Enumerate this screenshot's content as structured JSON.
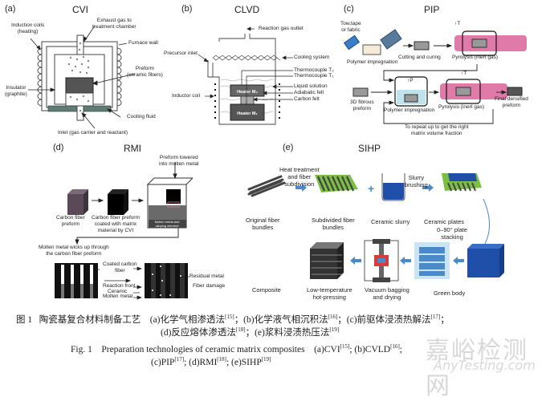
{
  "panels": {
    "a": {
      "label": "(a)",
      "title": "CVI",
      "labels": {
        "induction_coils": "Induction coils\n(heating)",
        "exhaust": "Exhaust gas to\ntreatment chamber",
        "furnace_wall": "Furnace wall",
        "preform": "Preform\n(ceramic fibers)",
        "insulator": "Insulator\n(graphite)",
        "cooling_fluid": "Cooling fluid",
        "inlet": "Inlet (gas carrier and reactant)"
      }
    },
    "b": {
      "label": "(b)",
      "title": "CLVD",
      "labels": {
        "reaction_gas_outlet": "Reaction gas outlet",
        "precursor_inlet": "Precursor inlet",
        "cooling_system": "Cooling system",
        "thermocouple_t2": "Thermocouple T₂",
        "thermocouple_t1": "Thermocouple T₁",
        "liquid_solution": "Liquid solution",
        "adiabatic_felt": "Adiabatic felt",
        "carbon_felt": "Carbon felt",
        "inductor_coil": "Inductor coil",
        "heater_m2": "Heater M₂",
        "heater_m1": "Heater M₁"
      }
    },
    "c": {
      "label": "(c)",
      "title": "PIP",
      "labels": {
        "tow": "Tow,tape\nor fabric",
        "polymer_impregnation_1": "Polymer impregnation",
        "cutting_curing": "Cutting and curing",
        "pyrolysis_1": "Pyrolysis (inert gas)",
        "temp_up_1": "↑T",
        "fibrous_preform": "3D fibrous\npreform",
        "pressure_up": "↑P",
        "polymer_impregnation_2": "Polymer impregnation",
        "temp_up_2": "↑T",
        "pyrolysis_2": "Pyrolysis (inert gas)",
        "final_preform": "Final densified\npreform",
        "repeat": "To repeat up to get the right\nmatrix volume fraction"
      }
    },
    "d": {
      "label": "(d)",
      "title": "RMI",
      "labels": {
        "lowered": "Preform lowered\ninto molten metal",
        "cf_preform": "Carbon fiber\npreform",
        "coated_preform": "Carbon fiber preform\ncoated with matrix\nmaterial by CVI",
        "molten_alloy": "Molten metal and\nalloying element",
        "wicks": "Molten metal wicks up through\nthe carbon fiber preform",
        "coated_fiber": "Coated carbon\nfiber",
        "reaction_front": "Reaction front",
        "ceramic": "Ceramic",
        "molten_metal": "Molten metal",
        "residual_metal": "Residual metal",
        "fiber_damage": "Fiber damage"
      }
    },
    "e": {
      "label": "(e)",
      "title": "SIHP",
      "labels": {
        "heat_treatment": "Heat treatment\nand fiber\nsubdivision",
        "original": "Original fiber\nbundles",
        "subdivided": "Subdivided fiber\nbundles",
        "slurry": "Ceramic slurry",
        "slurry_brushing": "Slurry\nbrushing",
        "plates": "Ceramic plates",
        "stacking": "0–90° plate\nstacking",
        "green_body": "Green body",
        "vacuum": "Vacuum bagging\nand drying",
        "hot_pressing": "Low-temperature\nhot-pressing",
        "composite": "Composite"
      }
    }
  },
  "caption": {
    "cn_fig": "图 1",
    "cn_line1": "陶瓷基复合材料制备工艺　(a)化学气相渗透法",
    "cn_ref_a": "[15]",
    "cn_b": "；(b)化学液气相沉积法",
    "cn_ref_b": "[16]",
    "cn_c": "；(c)前驱体浸渍热解法",
    "cn_ref_c": "[17]",
    "cn_end1": "；",
    "cn_d": "(d)反应熔体渗透法",
    "cn_ref_d": "[18]",
    "cn_e": "；(e)浆料浸渍热压法",
    "cn_ref_e": "[19]",
    "en_fig": "Fig. 1",
    "en_line1": "Preparation technologies of ceramic matrix composites　(a)CVI",
    "en_ref_a": "[15]",
    "en_b": "; (b)CVLD",
    "en_ref_b": "[16]",
    "en_end1": ";",
    "en_c": "(c)PIP",
    "en_ref_c": "[17]",
    "en_d": "; (d)RMI",
    "en_ref_d": "[18]",
    "en_e": "; (e)SIHP",
    "en_ref_e": "[19]"
  },
  "watermark": {
    "cn": "嘉峪检测网",
    "en": "AnyTesting.com"
  },
  "colors": {
    "pink": "#e07aa8",
    "blue": "#2f5fb3",
    "green": "#7cc043",
    "slurry_blue": "#1f4fa8",
    "light_blue": "#9cc6ea"
  }
}
